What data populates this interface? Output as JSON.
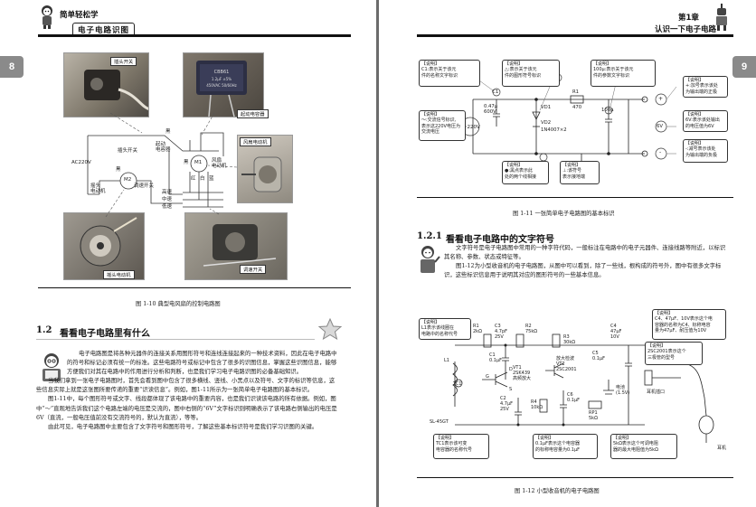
{
  "left_page": {
    "page_number": "8",
    "header_top": "简单轻松学",
    "header_title": "电子电路识图",
    "figure_110": {
      "caption": "图 1-10   典型电风扇的控制电路图",
      "photo_labels": {
        "plug_switch": "插头开关",
        "start_capacitor": "起动电容器",
        "fan_motor": "风扇电动机",
        "swing_motor": "摇头电动机",
        "speed_switch": "调速开关"
      },
      "circuit_labels": {
        "ac": "AC220V",
        "plug_switch": "插头开关",
        "start_cap": "起动\n电容器",
        "fan_motor": "风扇\n电动机",
        "m1": "M1",
        "m2": "M2",
        "swing_motor": "摇头\n电动机",
        "speed_switch": "调速开关",
        "black1": "黑",
        "black2": "黑",
        "black3": "黑",
        "red": "红",
        "white": "白",
        "blue": "蓝",
        "high": "高速",
        "mid": "中速",
        "low": "低速"
      }
    },
    "section": {
      "number": "1.2",
      "title": "看看电子电路里有什么"
    },
    "paragraphs": [
      "电子电路图是将各种元器件的连接关系用图形符号和连线连接起来的一种技术资料，因此在电子电路中的符号和标记必须有统一的标准。这些电路符号或标记中包含了很多的识图信息，掌握这些识图信息，能够方便我们对其在电路中的作用进行分析和判断，也是我们学习电子电路识图的必备基础知识。",
      "当我们拿到一张电子电路图时，首先会看到图中包含了很多横线、竖线、小黑点以及符号、文字的标识等信息，这些信息实际上就是这张图所要传递的重要“识读信息”。例如，图1-11所示为一张简单电子电路图的基本标识。",
      "图1-11中，每个图形符号或文字、线段都体现了该电路中的重要内容，也是我们识读该电路的所有依据。例如，图中“～”直观地告诉我们这个电路左端的电压是交流的，图中右侧的“6V”文字标识则明确表示了该电路右侧输出的电压是6V（直流，一般电压值前没有交流符号的，默认为直流），等等。",
      "由此可见，电子电路图中主要包含了文字符号和图形符号，了解这些基本标识符号是我们学习识图的关键。"
    ]
  },
  "right_page": {
    "page_number": "9",
    "header_chapter": "第1章",
    "header_title": "认识一下电子电路",
    "figure_111": {
      "caption": "图 1-11   一张简单电子电路图的基本标识",
      "notes": {
        "c1": "【说明】\nC1:表示关于该元\n件的名称文字标识",
        "vd": "【说明】\n△:表示关于该元\n件的图形符号标识",
        "cap": "【说明】\n100μ:表示关于该元\n件的参数文字标识",
        "ac": "【说明】\n～:交流信号标识,\n表示这220V电压为\n交流电压",
        "plus": "【说明】\n+:加号表示该处\n为输出端的正极",
        "six": "【说明】\n6V:表示该处输出\n的电压值为6V",
        "minus": "【说明】\n-:减号表示该处\n为输出端的负极",
        "dot": "【说明】\n●:黑点表示此\n处的两个线相接",
        "ground": "【说明】\n⊥:该符号\n表示接地端"
      },
      "circuit_labels": {
        "ac": "～220V",
        "c1": "C1",
        "c1_val": "0.47μ\n600V",
        "vd1": "VD1",
        "vd2": "VD2",
        "vd_part": "1N4007×2",
        "r1": "R1",
        "r1_val": "470",
        "cap": "100μ",
        "plus": "+",
        "six": "6V",
        "minus": "-"
      }
    },
    "section": {
      "number": "1.2.1",
      "title": "看看电子电路中的文字符号"
    },
    "paragraphs": [
      "文字符号是电子电路图中常用的一种字符代码，一般标注在电路中的电子元器件、连接线路等附近，以标识其名称、参数、状态或特征等。",
      "图1-12为小型收音机的电子电路图，从图中可以看到，除了一些线，根构成的符号外，图中有很多文字标识，这些标识信息用于说明其对应的图形符号的一些基本信息。"
    ],
    "figure_112": {
      "caption": "图 1-12   小型收音机的电子电路图",
      "notes": {
        "l1": "【说明】\nL1表示该线圈在\n电路中的名称代号",
        "c4": "【说明】\nC4、47μF、10V表示这个电\n容器的名称为C4、标称电容\n量为47μF、耐压值为10V",
        "transistor": "【说明】\n2SC2001表示这个\n三极管的型号",
        "tc1": "【说明】\nTC1表示该可变\n电容器的名称代号",
        "c6": "【说明】\n0.1μF表示这个电容器\n的标称电容量为0.1μF",
        "rp1": "【说明】\n5kΩ表示这个可调电阻\n器的最大电阻值为5kΩ"
      },
      "circuit_labels": {
        "r1": "R1\n2kΩ",
        "c3": "C3\n4.7pF\n25V",
        "r2": "R2\n75kΩ",
        "r3": "R3\n30kΩ",
        "c4": "C4\n47μF\n10V",
        "c1": "C1\n0.1μF",
        "vt1": "VT1\n2SK439\n高频放大",
        "vt2": "放大检波\nVT2\n2SC2001",
        "c5": "C5\n0.1μF",
        "l1": "L1",
        "tc1": "TC1",
        "c2": "C2\n4.7μF\n25V",
        "r4": "R4\n10kΩ",
        "c6": "C6\n0.1μF",
        "rp1": "RP1\n5kΩ",
        "battery": "电池\n(1.5V)",
        "jack": "耳机插口",
        "earphone": "耳机",
        "ant": "SL-45GT",
        "g": "G",
        "s": "S",
        "d": "D"
      }
    }
  }
}
